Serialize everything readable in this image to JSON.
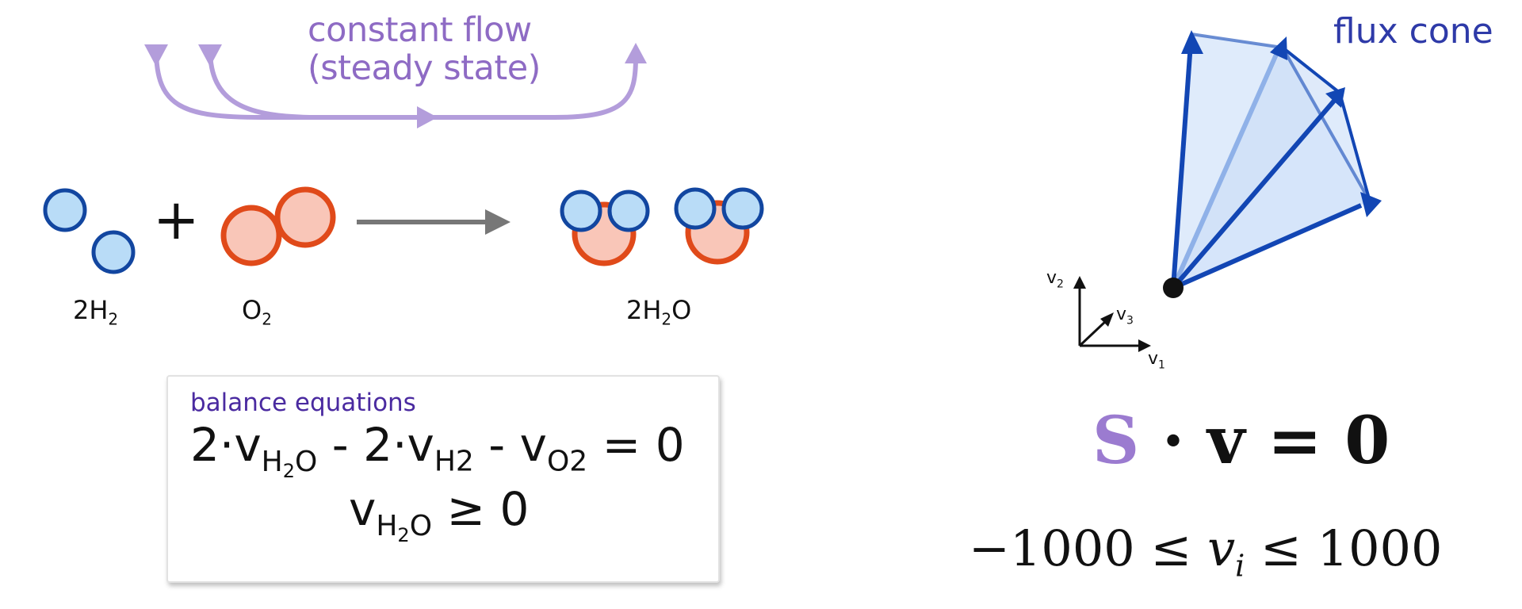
{
  "flow": {
    "line1": "constant flow",
    "line2": "(steady state)"
  },
  "reaction": {
    "h2": {
      "coef": "2H",
      "sub": "2"
    },
    "o2": {
      "base": "O",
      "sub": "2"
    },
    "h2o": {
      "coef": "2H",
      "sub": "2",
      "tail": "O"
    },
    "plus": "+"
  },
  "balance": {
    "title": "balance equations",
    "eq1": {
      "p1": "2·v",
      "s1": "H",
      "s1n": "2",
      "s1t": "O",
      "p2": " - 2·v",
      "s2": "H2",
      "p3": " - v",
      "s3": "O2",
      "p4": " = 0"
    },
    "eq2": {
      "p1": "v",
      "s1": "H",
      "s1n": "2",
      "s1t": "O",
      "p2": " ≥ 0"
    }
  },
  "cone": {
    "title": "flux cone",
    "axes": {
      "v": "v",
      "x": "1",
      "y": "2",
      "z": "3"
    }
  },
  "formulas": {
    "f1_s": "S",
    "f1_rest": " · v = 0",
    "f2_left": "−1000 ≤ ",
    "f2_var": "v",
    "f2_sub": "i",
    "f2_right": " ≤ 1000"
  },
  "colors": {
    "h_atom": "#b9dcf7",
    "h_stroke": "#1246a0",
    "o_atom": "#f9c6b8",
    "o_stroke": "#e04a1a",
    "flow": "#b39ddb",
    "arrow": "#777777",
    "cone_fill": "#dce9fb",
    "cone_edge": "#1246b4"
  }
}
